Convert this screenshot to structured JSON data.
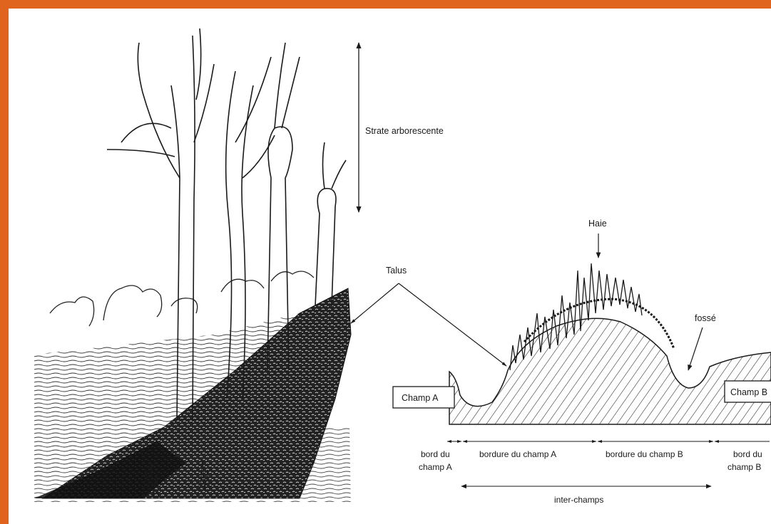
{
  "colors": {
    "frame_border": "#e0641e",
    "background": "#ffffff",
    "ink": "#1a1a1a"
  },
  "labels": {
    "strate": "Strate arborescente",
    "talus": "Talus",
    "haie": "Haie",
    "fosse": "fossé",
    "champ_a": "Champ A",
    "champ_b": "Champ B",
    "bord_champ_a_line1": "bord du",
    "bord_champ_a_line2": "champ A",
    "bordure_champ_a": "bordure du champ A",
    "bordure_champ_b": "bordure du champ B",
    "bord_champ_b_line1": "bord du",
    "bord_champ_b_line2": "champ B",
    "inter_champs": "inter-champs"
  }
}
